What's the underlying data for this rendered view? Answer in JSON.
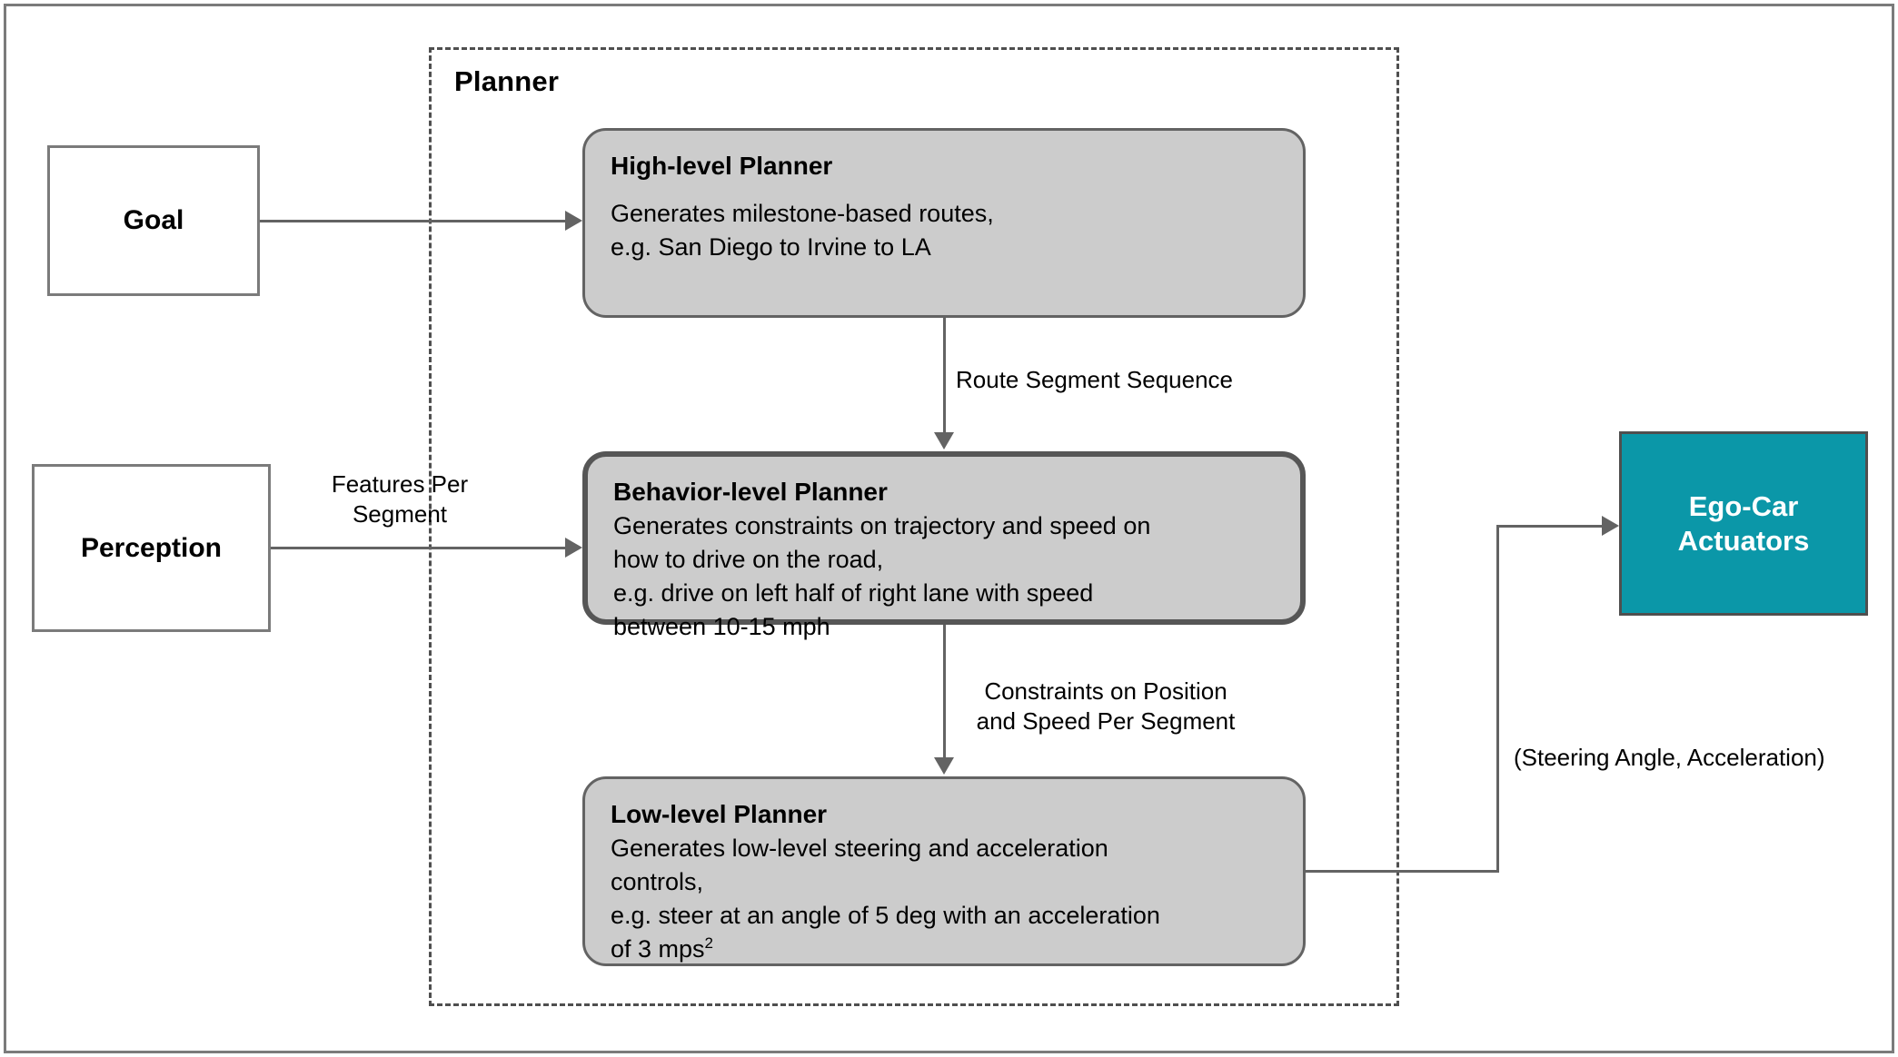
{
  "diagram": {
    "title_group": "Planner",
    "nodes": {
      "goal": {
        "label": "Goal"
      },
      "perception": {
        "label": "Perception"
      },
      "high_level": {
        "title": "High-level Planner",
        "body": "Generates milestone-based routes,\ne.g. San Diego to Irvine to LA"
      },
      "behavior_level": {
        "title": "Behavior-level Planner",
        "body": "Generates constraints on trajectory and speed on\nhow to drive on the road,\ne.g. drive on left half of right lane with speed\nbetween 10-15 mph"
      },
      "low_level": {
        "title": "Low-level Planner",
        "body_part1": "Generates low-level steering and acceleration\ncontrols,\ne.g. steer at an angle of 5 deg with an acceleration\nof 3 mps",
        "body_superscript": "2"
      },
      "actuators": {
        "label_line1": "Ego-Car",
        "label_line2": "Actuators"
      }
    },
    "edge_labels": {
      "features_per_segment": "Features Per\nSegment",
      "route_segment_sequence": "Route Segment Sequence",
      "constraints_position_speed": "Constraints on Position\nand Speed Per Segment",
      "steering_acceleration": "(Steering Angle, Acceleration)"
    },
    "colors": {
      "actuator_fill": "#0b97a8",
      "node_fill_gray": "#cccccc",
      "line": "#636363",
      "group_border": "#4f4f4f",
      "frame": "#7b7b7b"
    }
  }
}
